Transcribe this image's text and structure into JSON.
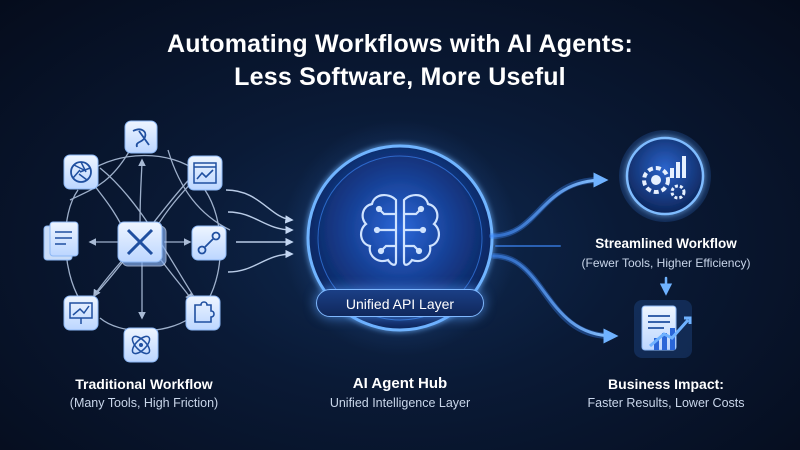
{
  "title": {
    "line1": "Automating Workflows with AI Agents:",
    "line2": "Less Software, More Useful"
  },
  "traditional": {
    "title": "Traditional Workflow",
    "subtitle": "(Many Tools, High Friction)",
    "tool_icons": [
      "aperture-icon",
      "biology-icon",
      "chart-window-icon",
      "connect-icon",
      "puzzle-icon",
      "atom-icon",
      "presentation-icon",
      "documents-icon",
      "stack-x-icon"
    ]
  },
  "hub": {
    "title": "AI Agent Hub",
    "subtitle": "Unified Intelligence Layer",
    "api_label": "Unified API Layer",
    "icon": "brain-circuit-icon"
  },
  "streamlined": {
    "title": "Streamlined Workflow",
    "subtitle": "(Fewer Tools, Higher Efficiency)",
    "icon": "gear-chart-icon"
  },
  "impact": {
    "title": "Business Impact:",
    "subtitle": "Faster Results, Lower Costs",
    "icon": "report-growth-icon"
  },
  "colors": {
    "background": "#0a1a36",
    "accent": "#3f8cff",
    "glow": "#5aa8ff",
    "tile_light": "#dbe9ff"
  }
}
